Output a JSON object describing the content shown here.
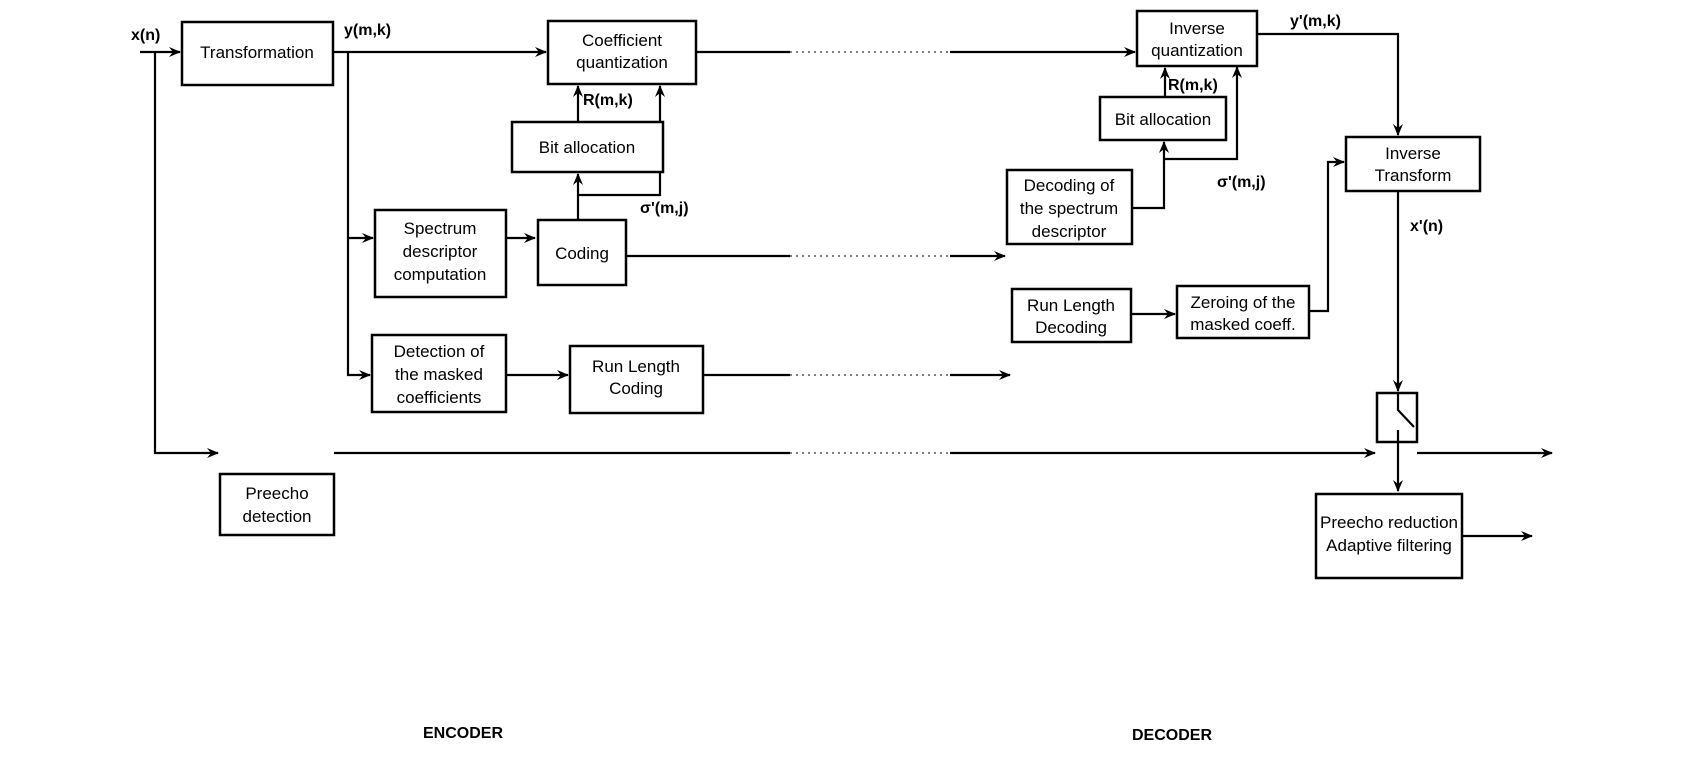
{
  "signals": {
    "input": "x(n)",
    "transform_out": "y(m,k)",
    "rate_enc": "R(m,k)",
    "sigma_enc": "σ'(m,j)",
    "rate_dec": "R(m,k)",
    "sigma_dec": "σ'(m,j)",
    "dequant_out": "y'(m,k)",
    "recon": "x'(n)"
  },
  "encoder": {
    "label": "ENCODER",
    "transformation": "Transformation",
    "coeff_quant": [
      "Coefficient",
      "quantization"
    ],
    "bit_allocation": "Bit allocation",
    "spectrum_desc": [
      "Spectrum",
      "descriptor",
      "computation"
    ],
    "coding": "Coding",
    "detection": [
      "Detection of",
      "the masked",
      "coefficients"
    ],
    "rlc": [
      "Run Length",
      "Coding"
    ],
    "preecho_detection": [
      "Preecho",
      "detection"
    ]
  },
  "decoder": {
    "label": "DECODER",
    "inverse_quant": [
      "Inverse",
      "quantization"
    ],
    "bit_allocation": "Bit allocation",
    "decoding_spectrum": [
      "Decoding of",
      "the spectrum",
      "descriptor"
    ],
    "rld": [
      "Run Length",
      "Decoding"
    ],
    "zeroing": [
      "Zeroing of the",
      "masked coeff."
    ],
    "inverse_transform": [
      "Inverse",
      "Transform"
    ],
    "preecho_reduction": [
      "Preecho reduction",
      "Adaptive filtering"
    ]
  }
}
